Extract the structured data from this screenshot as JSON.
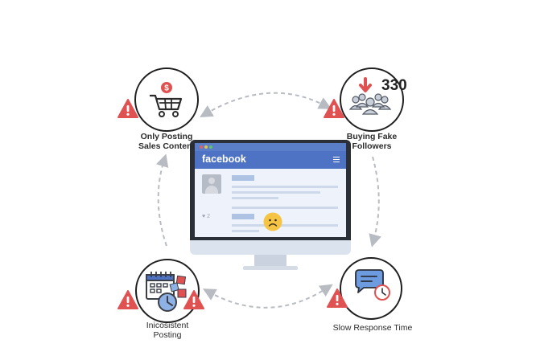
{
  "diagram": {
    "center": {
      "brand": "facebook",
      "like_count": "2",
      "reaction": "sad-face"
    },
    "nodes": [
      {
        "id": "sales",
        "label_line1": "Only Posting",
        "label_line2": "Sales Content",
        "icon": "shopping-cart-dollar-icon"
      },
      {
        "id": "fake",
        "label_line1": "Buying Fake",
        "label_line2": "Followers",
        "icon": "followers-group-icon",
        "count": "330"
      },
      {
        "id": "inconsistent",
        "label_line1": "Inicosistent",
        "label_line2": "Posting",
        "icon": "calendar-clock-icon"
      },
      {
        "id": "slow",
        "label_line1": "Slow Response Time",
        "label_line2": "",
        "icon": "chat-clock-icon"
      }
    ],
    "colors": {
      "facebook_blue": "#4f73c4",
      "warning_red": "#e05252",
      "screen_bg": "#eef3fb",
      "arrow_gray": "#b8bcc2"
    }
  }
}
